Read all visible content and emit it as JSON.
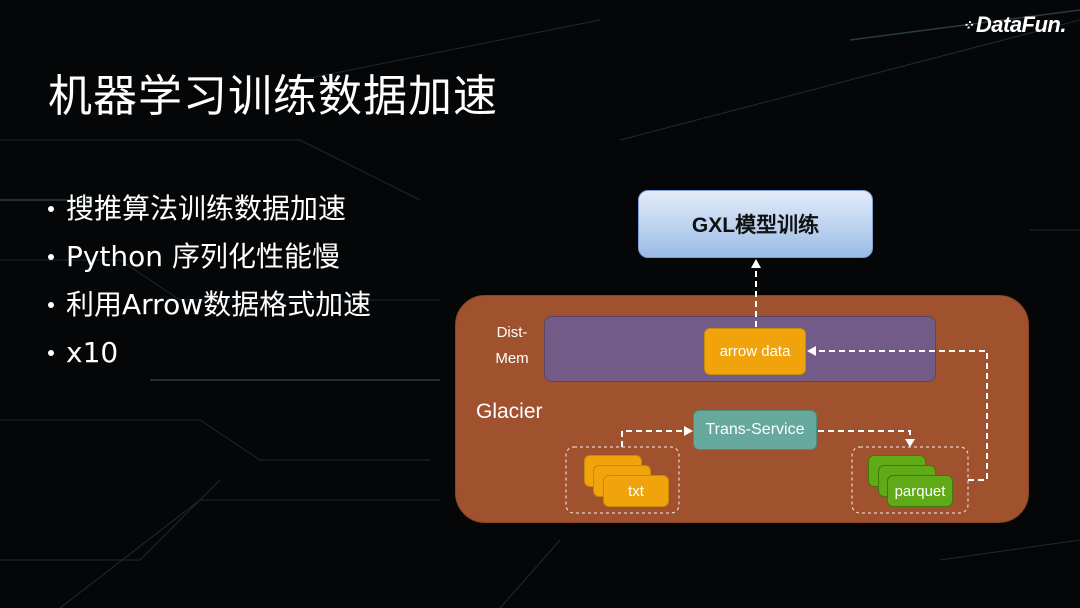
{
  "logo": {
    "dots": "⁘",
    "text": "DataFun."
  },
  "title": "机器学习训练数据加速",
  "bullets": [
    "搜推算法训练数据加速",
    "Python 序列化性能慢",
    "利用Arrow数据格式加速",
    "x10"
  ],
  "diagram": {
    "top_box": "GXL模型训练",
    "dist_mem_label_line1": "Dist-",
    "dist_mem_label_line2": "Mem",
    "arrow_data": "arrow data",
    "glacier_label": "Glacier",
    "trans_service": "Trans-Service",
    "source_file": "txt",
    "target_file": "parquet",
    "colors": {
      "glacier": "#a0522f",
      "dist_mem": "#735b87",
      "orange": "#f0a30a",
      "green": "#60a917",
      "teal": "#67a99c",
      "blue_top": "#e3ecf9",
      "blue_bottom": "#9bbce6"
    }
  }
}
